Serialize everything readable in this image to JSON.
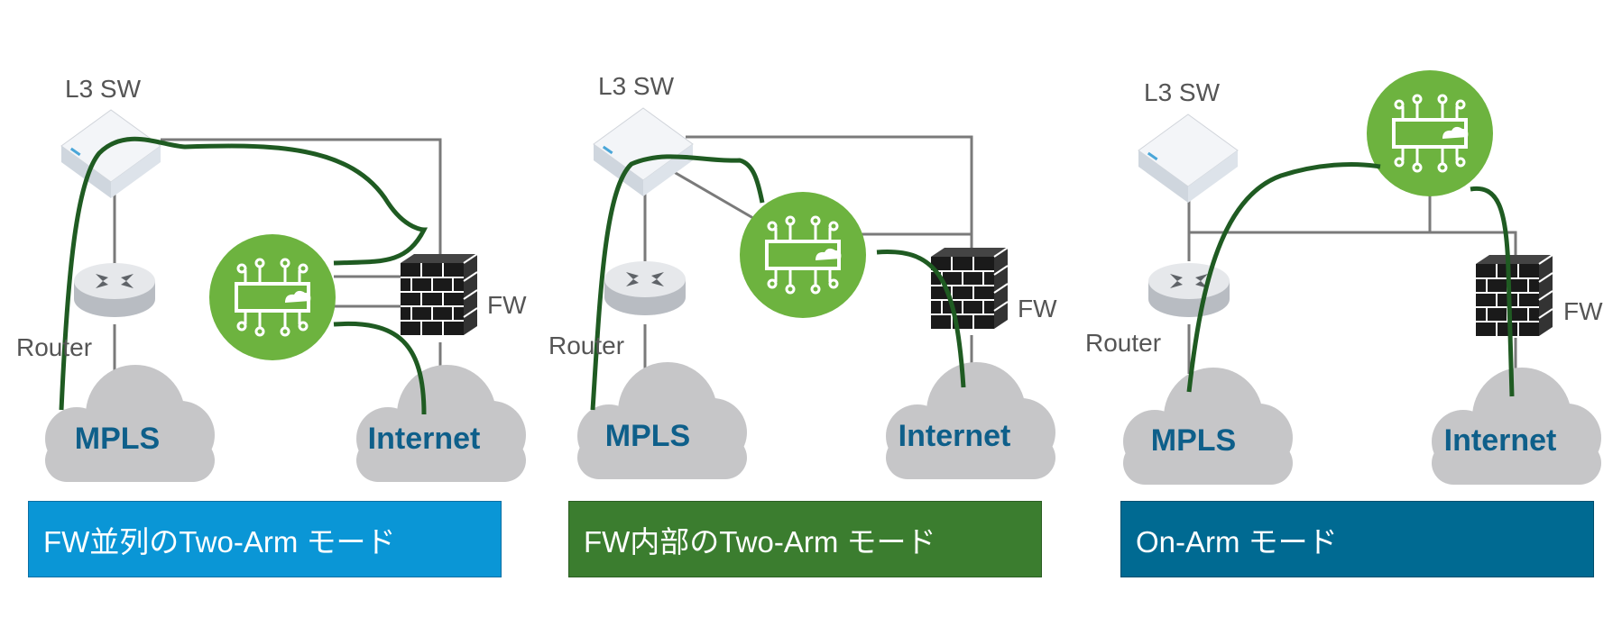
{
  "colors": {
    "panel1_bg": "#0a96d6",
    "panel1_border": "#0c6fa3",
    "panel2_bg": "#3b7d2f",
    "panel2_border": "#2b5e22",
    "panel3_bg": "#006a92",
    "panel3_border": "#004f6e",
    "path_green": "#1f5b22",
    "device_green": "#6db33f",
    "cloud_gray": "#c6c6c8",
    "link_gray": "#7a7a7a",
    "label_gray": "#555555",
    "cloud_text_blue": "#0e5f8a"
  },
  "panels": [
    {
      "switch_label": "L3 SW",
      "router_label": "Router",
      "fw_label": "FW",
      "cloud_left": "MPLS",
      "cloud_right": "Internet",
      "mode_label": "FW並列のTwo-Arm モード"
    },
    {
      "switch_label": "L3 SW",
      "router_label": "Router",
      "fw_label": "FW",
      "cloud_left": "MPLS",
      "cloud_right": "Internet",
      "mode_label": "FW内部のTwo-Arm モード"
    },
    {
      "switch_label": "L3 SW",
      "router_label": "Router",
      "fw_label": "FW",
      "cloud_left": "MPLS",
      "cloud_right": "Internet",
      "mode_label": "On-Arm モード"
    }
  ],
  "icons": {
    "switch": "l3-switch-icon",
    "router": "router-icon",
    "firewall": "firewall-brick-icon",
    "sdwan_appliance": "sdwan-appliance-icon",
    "cloud": "cloud-icon"
  }
}
